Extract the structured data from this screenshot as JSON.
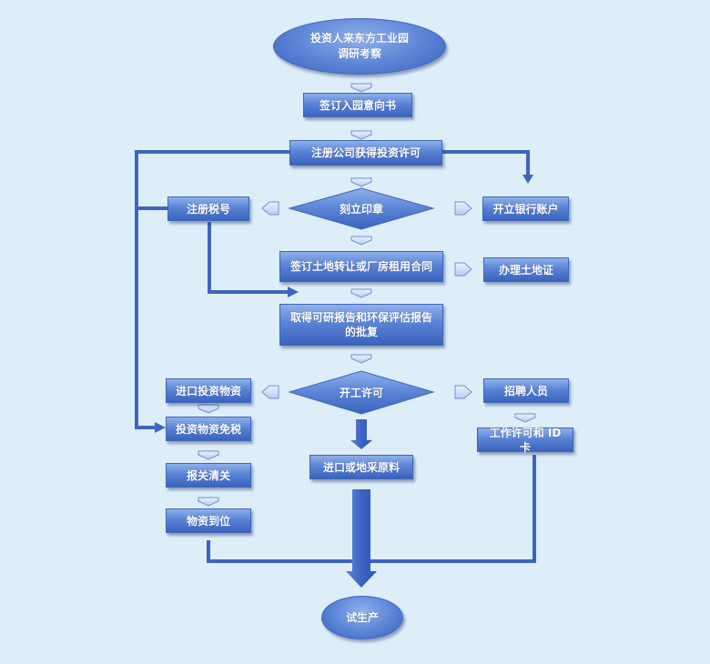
{
  "colors": {
    "background": "#deeef9",
    "box_fill": "#5a83d6",
    "box_border": "#3f66b8",
    "line": "#3e64c2",
    "arrow_light": "#c8d8f5",
    "text": "#ffffff"
  },
  "nodes": {
    "start": "投资人来东方工业园\n调研考察",
    "sign_intent": "签订入园意向书",
    "register_company": "注册公司获得投资许可",
    "engrave_seal": "刻立印章",
    "tax_registration": "注册税号",
    "bank_account": "开立银行账户",
    "land_contract": "签订土地转让或厂房租用合同",
    "land_certificate": "办理土地证",
    "feasibility_approval": "取得可研报告和环保评估报告\n的批复",
    "construction_permit": "开工许可",
    "import_goods": "进口投资物资",
    "tax_exemption": "投资物资免税",
    "customs_clearance": "报关清关",
    "goods_arrival": "物资到位",
    "materials": "进口或地采原料",
    "recruit": "招聘人员",
    "work_permit": "工作许可和 ID 卡",
    "end": "试生产"
  }
}
